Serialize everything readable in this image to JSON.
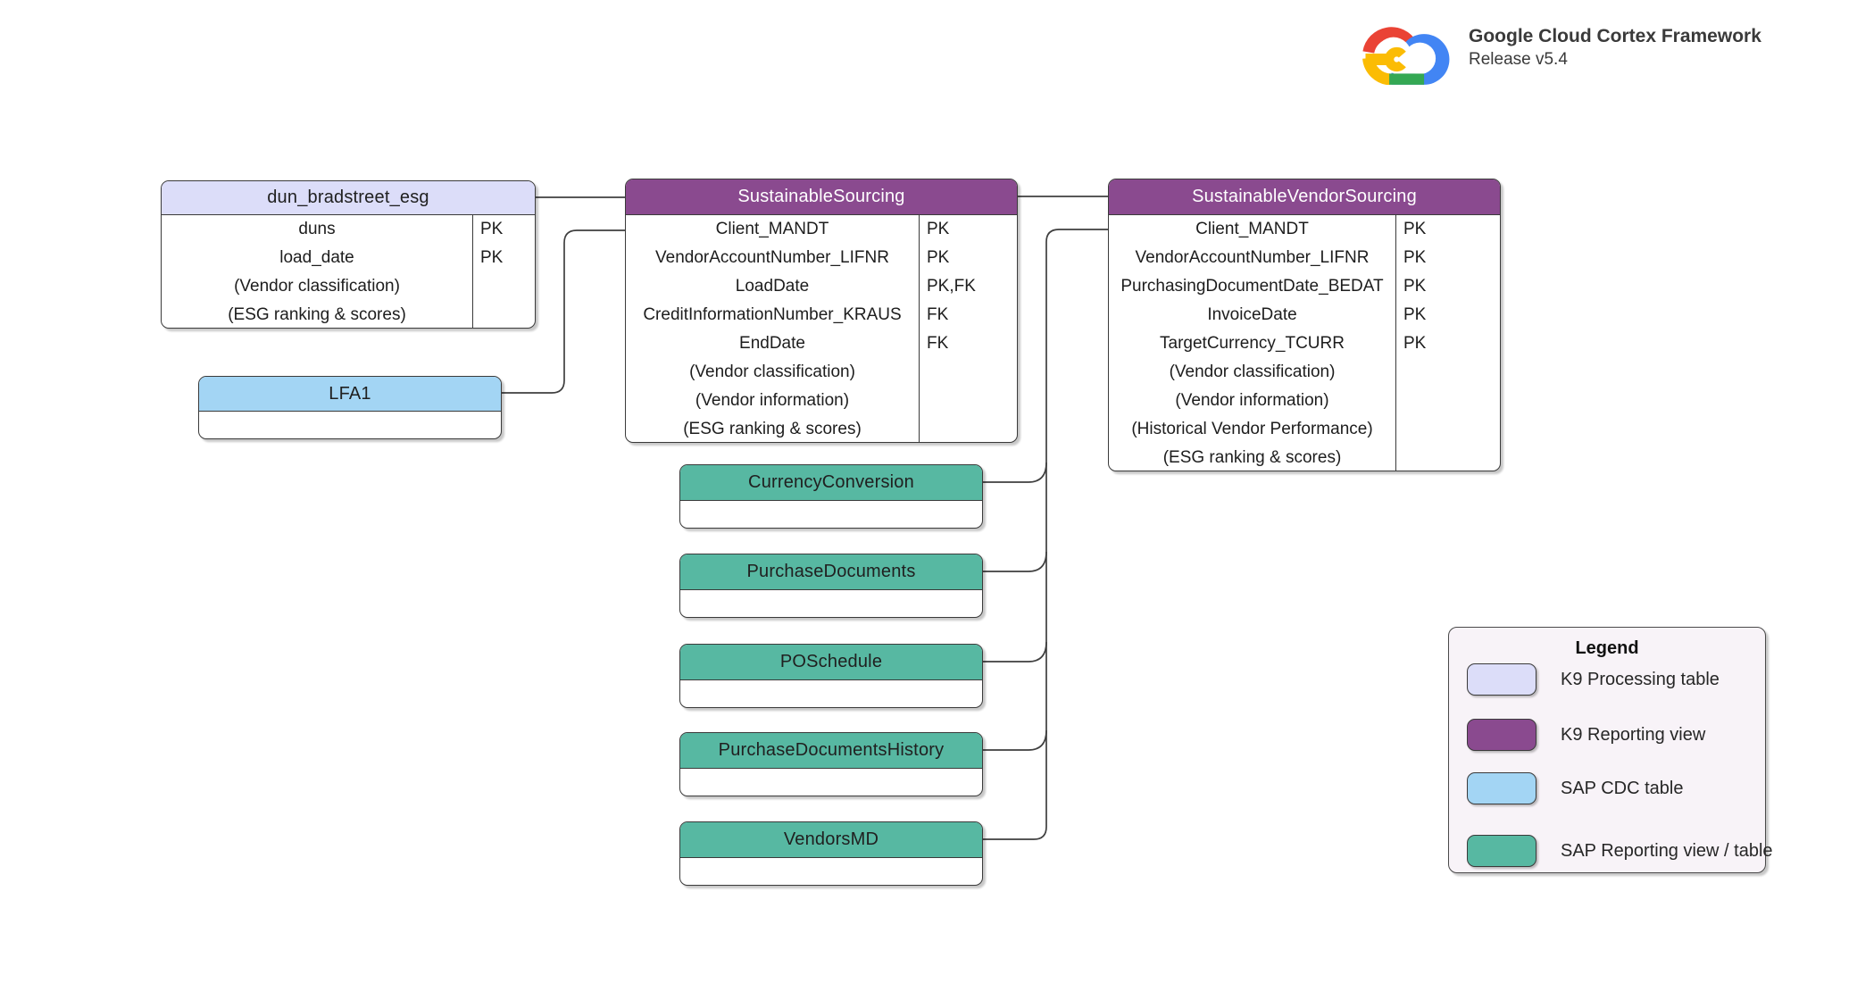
{
  "brand": {
    "logo": "google-cloud-logo",
    "title": "Google Cloud Cortex Framework",
    "subtitle": "Release v5.4"
  },
  "colors": {
    "k9_processing": "#dcddf9",
    "k9_reporting": "#8a4a8f",
    "sap_cdc": "#a3d5f4",
    "sap_reporting": "#57b8a2",
    "header_text_on_dark": "#ffffff",
    "header_text_on_light": "#202020",
    "connector": "#3f3f3f"
  },
  "tables": [
    {
      "id": "dun_bradstreet_esg",
      "name": "dun_bradstreet_esg",
      "type": "k9_processing",
      "rows": [
        {
          "label": "duns",
          "key": "PK"
        },
        {
          "label": "load_date",
          "key": "PK"
        },
        {
          "label": "(Vendor classification)",
          "key": ""
        },
        {
          "label": "(ESG ranking & scores)",
          "key": ""
        }
      ]
    },
    {
      "id": "SustainableSourcing",
      "name": "SustainableSourcing",
      "type": "k9_reporting",
      "rows": [
        {
          "label": "Client_MANDT",
          "key": "PK"
        },
        {
          "label": "VendorAccountNumber_LIFNR",
          "key": "PK"
        },
        {
          "label": "LoadDate",
          "key": "PK,FK"
        },
        {
          "label": "CreditInformationNumber_KRAUS",
          "key": "FK"
        },
        {
          "label": "EndDate",
          "key": "FK"
        },
        {
          "label": "(Vendor classification)",
          "key": ""
        },
        {
          "label": "(Vendor information)",
          "key": ""
        },
        {
          "label": "(ESG ranking & scores)",
          "key": ""
        }
      ]
    },
    {
      "id": "SustainableVendorSourcing",
      "name": "SustainableVendorSourcing",
      "type": "k9_reporting",
      "rows": [
        {
          "label": "Client_MANDT",
          "key": "PK"
        },
        {
          "label": "VendorAccountNumber_LIFNR",
          "key": "PK"
        },
        {
          "label": "PurchasingDocumentDate_BEDAT",
          "key": "PK"
        },
        {
          "label": "InvoiceDate",
          "key": "PK"
        },
        {
          "label": "TargetCurrency_TCURR",
          "key": "PK"
        },
        {
          "label": "(Vendor classification)",
          "key": ""
        },
        {
          "label": "(Vendor information)",
          "key": ""
        },
        {
          "label": "(Historical Vendor Performance)",
          "key": ""
        },
        {
          "label": "(ESG ranking & scores)",
          "key": ""
        }
      ]
    },
    {
      "id": "LFA1",
      "name": "LFA1",
      "type": "sap_cdc",
      "rows": []
    },
    {
      "id": "CurrencyConversion",
      "name": "CurrencyConversion",
      "type": "sap_reporting",
      "rows": []
    },
    {
      "id": "PurchaseDocuments",
      "name": "PurchaseDocuments",
      "type": "sap_reporting",
      "rows": []
    },
    {
      "id": "POSchedule",
      "name": "POSchedule",
      "type": "sap_reporting",
      "rows": []
    },
    {
      "id": "PurchaseDocumentsHistory",
      "name": "PurchaseDocumentsHistory",
      "type": "sap_reporting",
      "rows": []
    },
    {
      "id": "VendorsMD",
      "name": "VendorsMD",
      "type": "sap_reporting",
      "rows": []
    }
  ],
  "connections": [
    {
      "from": "dun_bradstreet_esg",
      "to": "SustainableSourcing"
    },
    {
      "from": "LFA1",
      "to": "SustainableSourcing"
    },
    {
      "from": "SustainableSourcing",
      "to": "SustainableVendorSourcing"
    },
    {
      "from": "CurrencyConversion",
      "to": "SustainableVendorSourcing"
    },
    {
      "from": "PurchaseDocuments",
      "to": "SustainableVendorSourcing"
    },
    {
      "from": "POSchedule",
      "to": "SustainableVendorSourcing"
    },
    {
      "from": "PurchaseDocumentsHistory",
      "to": "SustainableVendorSourcing"
    },
    {
      "from": "VendorsMD",
      "to": "SustainableVendorSourcing"
    }
  ],
  "legend": {
    "title": "Legend",
    "items": [
      {
        "swatch": "k9_processing",
        "label": "K9 Processing table"
      },
      {
        "swatch": "k9_reporting",
        "label": "K9 Reporting view"
      },
      {
        "swatch": "sap_cdc",
        "label": "SAP CDC table"
      },
      {
        "swatch": "sap_reporting",
        "label": "SAP Reporting view / table"
      }
    ]
  }
}
